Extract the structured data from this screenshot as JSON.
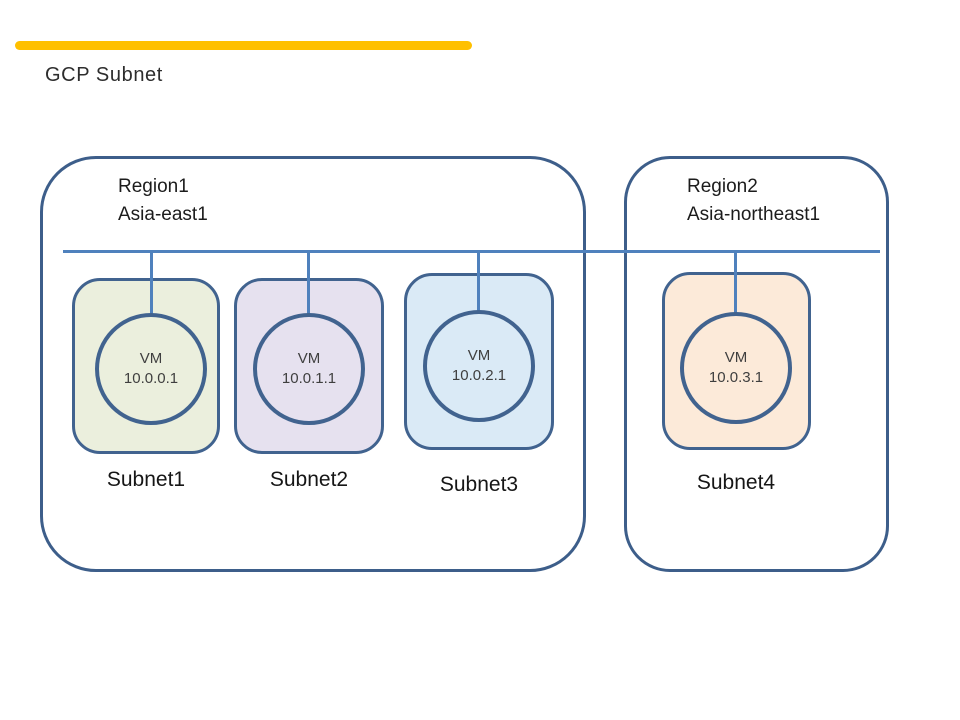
{
  "title": "GCP Subnet",
  "colors": {
    "accent_bar": "#FFC000",
    "region_border": "#3D5E8A",
    "subnet_border": "#41638F",
    "circle_border": "#41638F",
    "connector_line": "#4F81BD",
    "title_text": "#2D2D2D"
  },
  "regions": [
    {
      "name": "Region1",
      "zone": "Asia-east1"
    },
    {
      "name": "Region2",
      "zone": "Asia-northeast1"
    }
  ],
  "subnets": [
    {
      "label": "Subnet1",
      "vm_name": "VM",
      "vm_ip": "10.0.0.1",
      "fill": "#EBEFDD",
      "region": "Region1"
    },
    {
      "label": "Subnet2",
      "vm_name": "VM",
      "vm_ip": "10.0.1.1",
      "fill": "#E6E1EF",
      "region": "Region1"
    },
    {
      "label": "Subnet3",
      "vm_name": "VM",
      "vm_ip": "10.0.2.1",
      "fill": "#DAEAF6",
      "region": "Region1"
    },
    {
      "label": "Subnet4",
      "vm_name": "VM",
      "vm_ip": "10.0.3.1",
      "fill": "#FCEAD9",
      "region": "Region2"
    }
  ]
}
